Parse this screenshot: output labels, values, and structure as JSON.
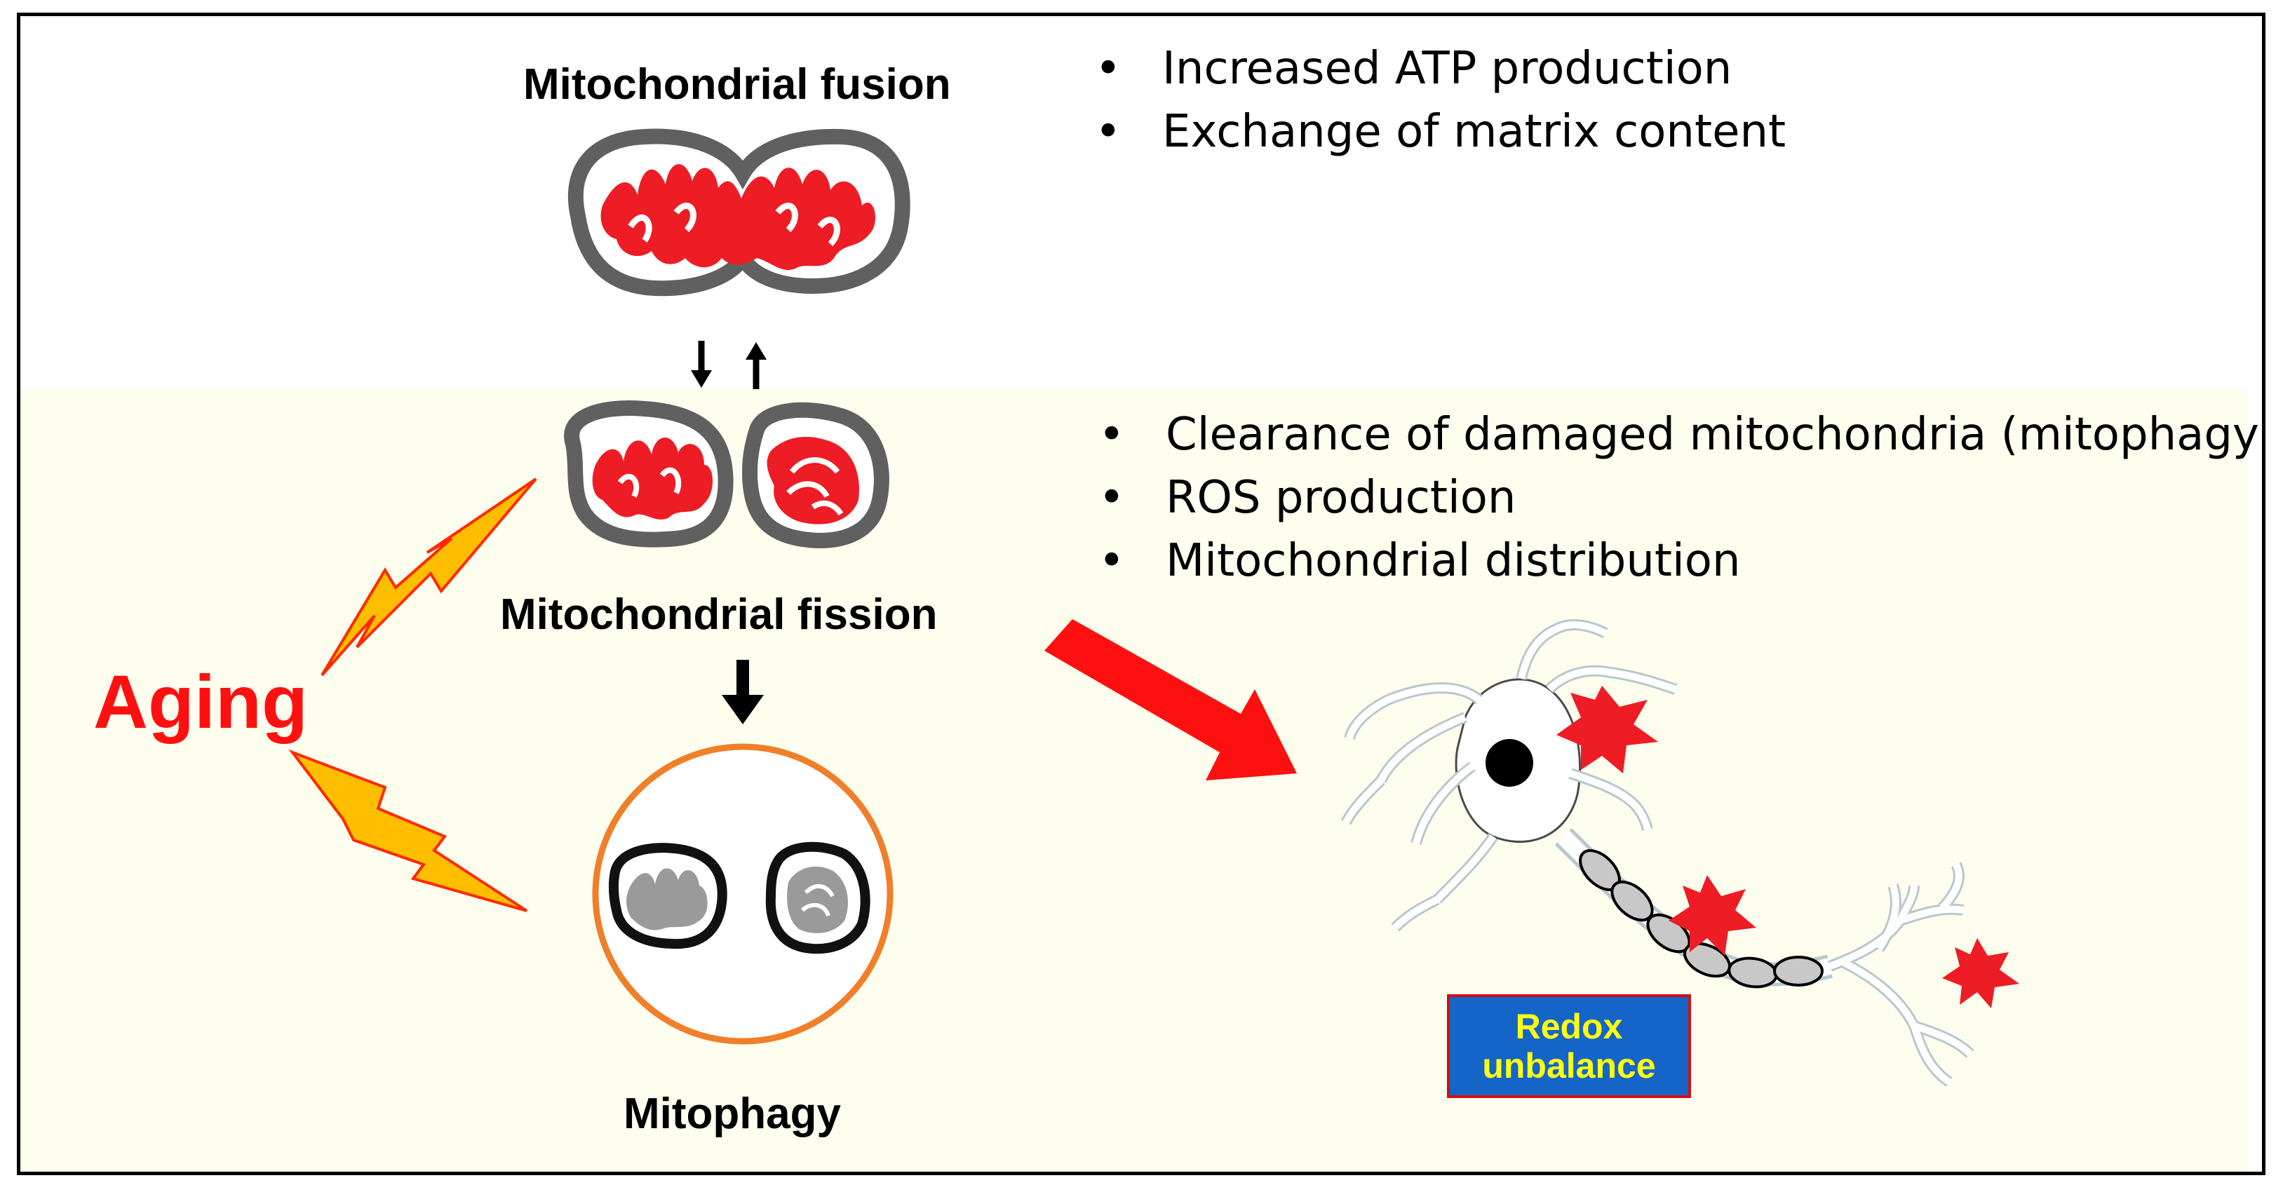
{
  "fusion": {
    "title": "Mitochondrial fusion",
    "bullets": [
      "Increased ATP production",
      "Exchange of matrix content"
    ]
  },
  "fission": {
    "title": "Mitochondrial fission",
    "bullets": [
      "Clearance of damaged mitochondria (mitophagy)",
      "ROS production",
      "Mitochondrial distribution"
    ]
  },
  "mitophagy": {
    "title": "Mitophagy"
  },
  "aging": {
    "label": "Aging"
  },
  "neuron": {
    "label_line1": "Redox",
    "label_line2": "unbalance"
  },
  "bullet_char": "•",
  "colors": {
    "mito_red": "#ee1c24",
    "mito_outline": "#606060",
    "aging_red": "#ff1010",
    "lightning_fill": "#ffbf00",
    "lightning_stroke": "#ff2a00",
    "mitophagy_circle": "#f07f2a",
    "redox_box": "#1565c8",
    "redox_text": "#ffff10",
    "lower_panel": "#fefeee"
  }
}
